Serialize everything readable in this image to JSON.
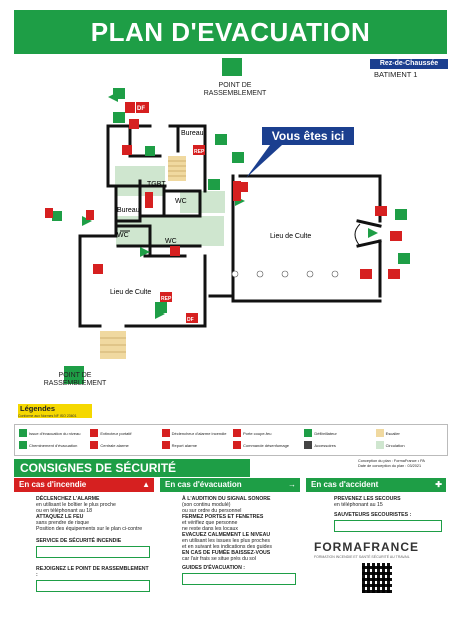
{
  "header": {
    "title": "PLAN D'EVACUATION"
  },
  "building": {
    "level": "Rez-de-Chaussée",
    "name": "BATIMENT 1"
  },
  "map": {
    "you_are_here": "Vous êtes ici",
    "assembly_point_label_1": "POINT DE",
    "assembly_point_label_2": "RASSEMBLEMENT",
    "rooms": {
      "bureau_top": "Bureau",
      "tgbt": "TGBT",
      "bureau_left": "Bureau",
      "wc1": "WC",
      "wc2": "WC",
      "wc3": "WC",
      "lieu_culte_right": "Lieu de Culte",
      "lieu_culte_left": "Lieu de Culte"
    },
    "sign_codes": {
      "df": "DF",
      "rep": "REP",
      "dae": "DAE"
    }
  },
  "legend": {
    "title": "Légendes",
    "subtitle": "Conforme aux Normes NF ISO 23601",
    "items": [
      {
        "label": "Issue d'évacuation du niveau",
        "color": "#1e9e46",
        "icon": "exit-icon"
      },
      {
        "label": "Extincteur portatif",
        "color": "#d62020",
        "icon": "extinguisher-icon"
      },
      {
        "label": "Déclencheur d'alarme incendie",
        "color": "#d62020",
        "icon": "alarm-icon"
      },
      {
        "label": "Porte coupe-feu",
        "color": "#d62020",
        "icon": "fire-door-icon"
      },
      {
        "label": "Défibrillateur",
        "color": "#1e9e46",
        "icon": "defibrillator-icon"
      },
      {
        "label": "Escalier",
        "color": "#f0d9a0",
        "icon": "stairs-icon"
      },
      {
        "label": "Cheminement d'évacuation",
        "color": "#1e9e46",
        "icon": "arrow-icon"
      },
      {
        "label": "Centrale alarme",
        "color": "#d62020",
        "icon": "alarm-panel-icon"
      },
      {
        "label": "Report alarme",
        "color": "#d62020",
        "icon": "alarm-repeat-icon"
      },
      {
        "label": "Commande désenfumage",
        "color": "#d62020",
        "icon": "smoke-control-icon"
      },
      {
        "label": "Accessoires",
        "color": "#444444",
        "icon": "accessories-icon"
      },
      {
        "label": "Circulation",
        "color": "#cfe6cf",
        "icon": "circulation-icon"
      }
    ]
  },
  "consignes": {
    "title": "CONSIGNES DE SÉCURITÉ",
    "meta": [
      "Conception du plan : FormaFrance • PA",
      "Date de conception du plan : 03/2021"
    ],
    "incendie": {
      "title": "En cas d'incendie",
      "lines": [
        "DÉCLENCHEZ L'ALARME",
        "en utilisant le boîtier le plus proche",
        "ou en téléphonant au 18",
        "ATTAQUEZ LE FEU",
        "sans prendre de risque",
        "Position des équipements sur le plan ci-contre",
        "SERVICE DE SÉCURITÉ INCENDIE",
        "REJOIGNEZ LE POINT DE RASSEMBLEMENT :"
      ]
    },
    "evacuation": {
      "title": "En cas d'évacuation",
      "lines": [
        "À L'AUDITION DU SIGNAL SONORE",
        "(son continu modulé)",
        "ou sur ordre du personnel",
        "FERMEZ PORTES ET FENETRES",
        "et vérifiez que personne",
        "ne reste dans les locaux",
        "EVACUEZ CALMEMENT LE NIVEAU",
        "en utilisant les issues les plus proches",
        "et en suivant les indications des guides",
        "EN CAS DE FUMÉE BAISSEZ-VOUS",
        "car l'air frais se situe près du sol",
        "GUIDES D'ÉVACUATION :"
      ]
    },
    "accident": {
      "title": "En cas d'accident",
      "lines": [
        "PREVENEZ LES SECOURS",
        "en téléphonant au 15",
        "SAUVETEURS SECOURISTES :"
      ]
    }
  },
  "brand": {
    "name": "FORMAFRANCE",
    "tagline": "FORMATION INCENDIE ET SANTÉ SÉCURITÉ AU TRAVAIL"
  }
}
